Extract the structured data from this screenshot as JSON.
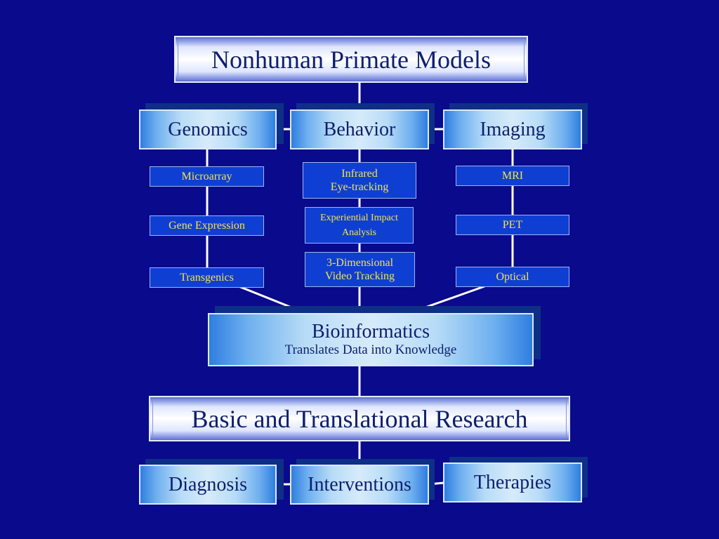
{
  "top": {
    "title": "Nonhuman Primate Models"
  },
  "categories": {
    "genomics": "Genomics",
    "behavior": "Behavior",
    "imaging": "Imaging"
  },
  "genomics_items": [
    "Microarray",
    "Gene Expression",
    "Transgenics"
  ],
  "behavior_items": [
    {
      "line1": "Infrared",
      "line2": "Eye-tracking"
    },
    {
      "line1": "Experiential Impact",
      "line2": "Analysis"
    },
    {
      "line1": "3-Dimensional",
      "line2": "Video Tracking"
    }
  ],
  "imaging_items": [
    "MRI",
    "PET",
    "Optical"
  ],
  "bioinformatics": {
    "title": "Bioinformatics",
    "subtitle": "Translates Data into Knowledge"
  },
  "research": {
    "title": "Basic and Translational Research"
  },
  "outcomes": {
    "diagnosis": "Diagnosis",
    "interventions": "Interventions",
    "therapies": "Therapies"
  },
  "colors": {
    "background": "#0a0a8c",
    "leaf_fill": "#0f3fd2",
    "leaf_text": "#f6e34a",
    "box_text": "#0d1f6e",
    "connector": "#ffffff"
  }
}
